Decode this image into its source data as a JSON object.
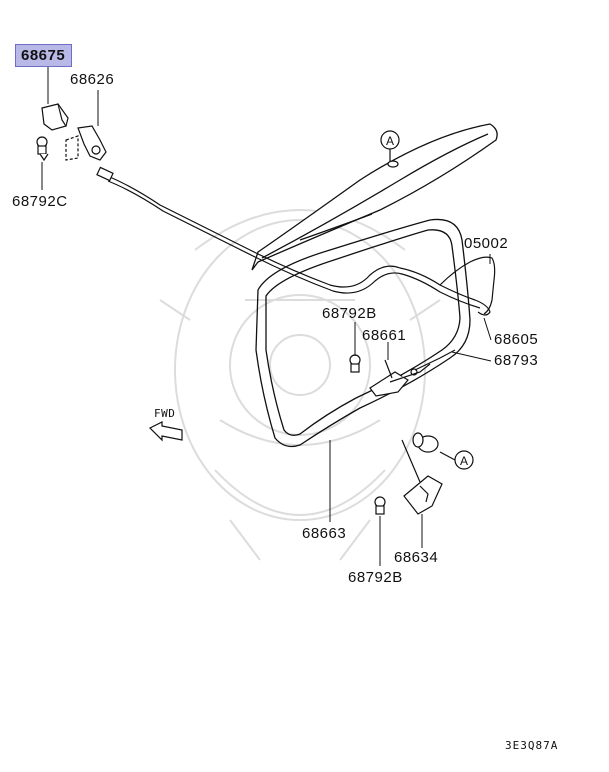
{
  "labels": {
    "p68675": "68675",
    "p68626": "68626",
    "p68792c": "68792C",
    "p05002": "05002",
    "p68792b_top": "68792B",
    "p68661": "68661",
    "p68605": "68605",
    "p68793": "68793",
    "p68663": "68663",
    "p68634": "68634",
    "p68792b_bottom": "68792B",
    "fwd": "FWD",
    "ref_a_top": "A",
    "ref_a_right": "A",
    "diagram_code": "3E3Q87A"
  },
  "colors": {
    "highlight": "#b9b9e8",
    "line": "#111111",
    "watermark": "#dcdcdc"
  }
}
